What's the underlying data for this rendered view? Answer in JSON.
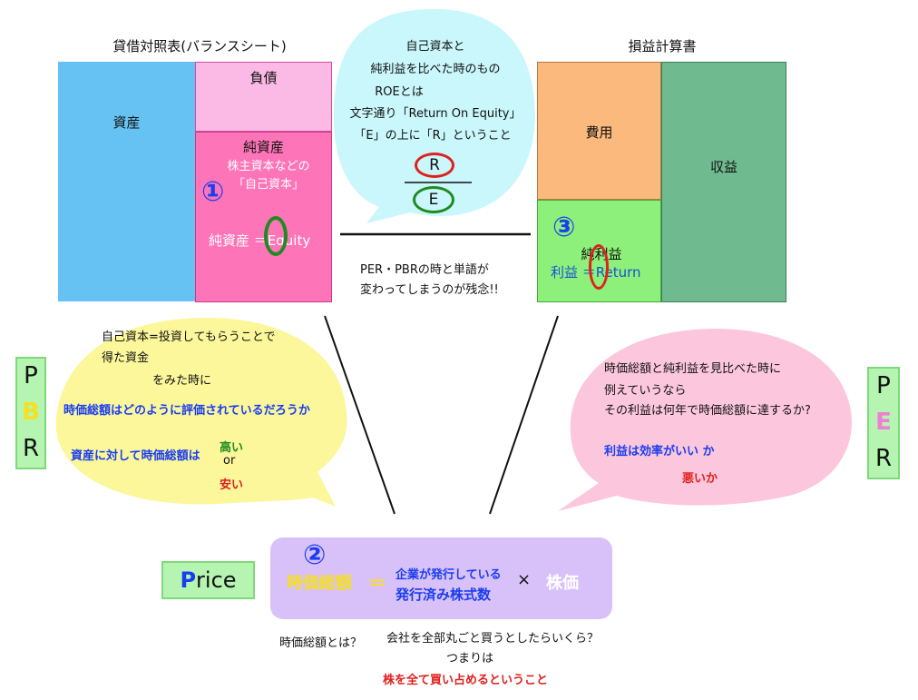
{
  "balance_sheet": {
    "title": "貸借対照表(バランスシート)",
    "assets": "資産",
    "liabilities": "負債",
    "net_assets": "純資産",
    "note_line1": "株主資本などの",
    "note_line2": "「自己資本」",
    "marker": "①",
    "equity_label": "純資産 ＝Equity"
  },
  "income_statement": {
    "title": "損益計算書",
    "expenses": "費用",
    "revenue": "収益",
    "net_income": "純利益",
    "marker": "③",
    "return_label": "利益 ＝Return"
  },
  "roe_bubble": {
    "lines": [
      "自己資本と",
      "純利益を比べた時のもの",
      "ROEとは",
      "文字通り「Return On Equity」",
      "「E」の上に「R」ということ"
    ],
    "numerator": "R",
    "denominator": "E"
  },
  "per_pbr_note": [
    "PER・PBRの時と単語が",
    "変わってしまうのが残念!!"
  ],
  "pbr_bubble": {
    "line1": "自己資本=投資してもらうことで",
    "line2": "得た資金",
    "line3": "をみた時に",
    "question": "時価総額はどのように評価されているだろうか",
    "compare": "資産に対して時価総額は",
    "high": "高い",
    "or": "or",
    "low": "安い"
  },
  "pbr_label": [
    "P",
    "B",
    "R"
  ],
  "per_bubble": {
    "line1": "時価総額と純利益を見比べた時に",
    "line2": "例えていうなら",
    "line3": "その利益は何年で時価総額に達するか?",
    "efficient": "利益は効率がいい か",
    "bad": "悪いか"
  },
  "per_label": [
    "P",
    "E",
    "R"
  ],
  "price_label": {
    "p": "P",
    "rest": "rice"
  },
  "formula": {
    "marker": "②",
    "market_cap": "時価総額",
    "equals": "＝",
    "shares_line1": "企業が発行している",
    "shares_line2": "発行済み株式数",
    "times": "×",
    "stock_price": "株価"
  },
  "bottom_note": {
    "q": "時価総額とは？",
    "a1": "会社を全部丸ごと買うとしたらいくら？",
    "a2": "つまりは",
    "a3": "株を全て買い占めるということ"
  },
  "colors": {
    "assets": "#66c2f2",
    "liabilities": "#fbb9e6",
    "net_assets": "#fd75b8",
    "expenses": "#fcb97d",
    "net_income": "#8cf07a",
    "revenue": "#6fbb8f",
    "roe_bubble": "#c9f7fb",
    "pbr_bubble": "#fbf79a",
    "per_bubble": "#fcc7dc",
    "formula_box": "#d8c1f8",
    "label_box": "#b5f5b1"
  }
}
